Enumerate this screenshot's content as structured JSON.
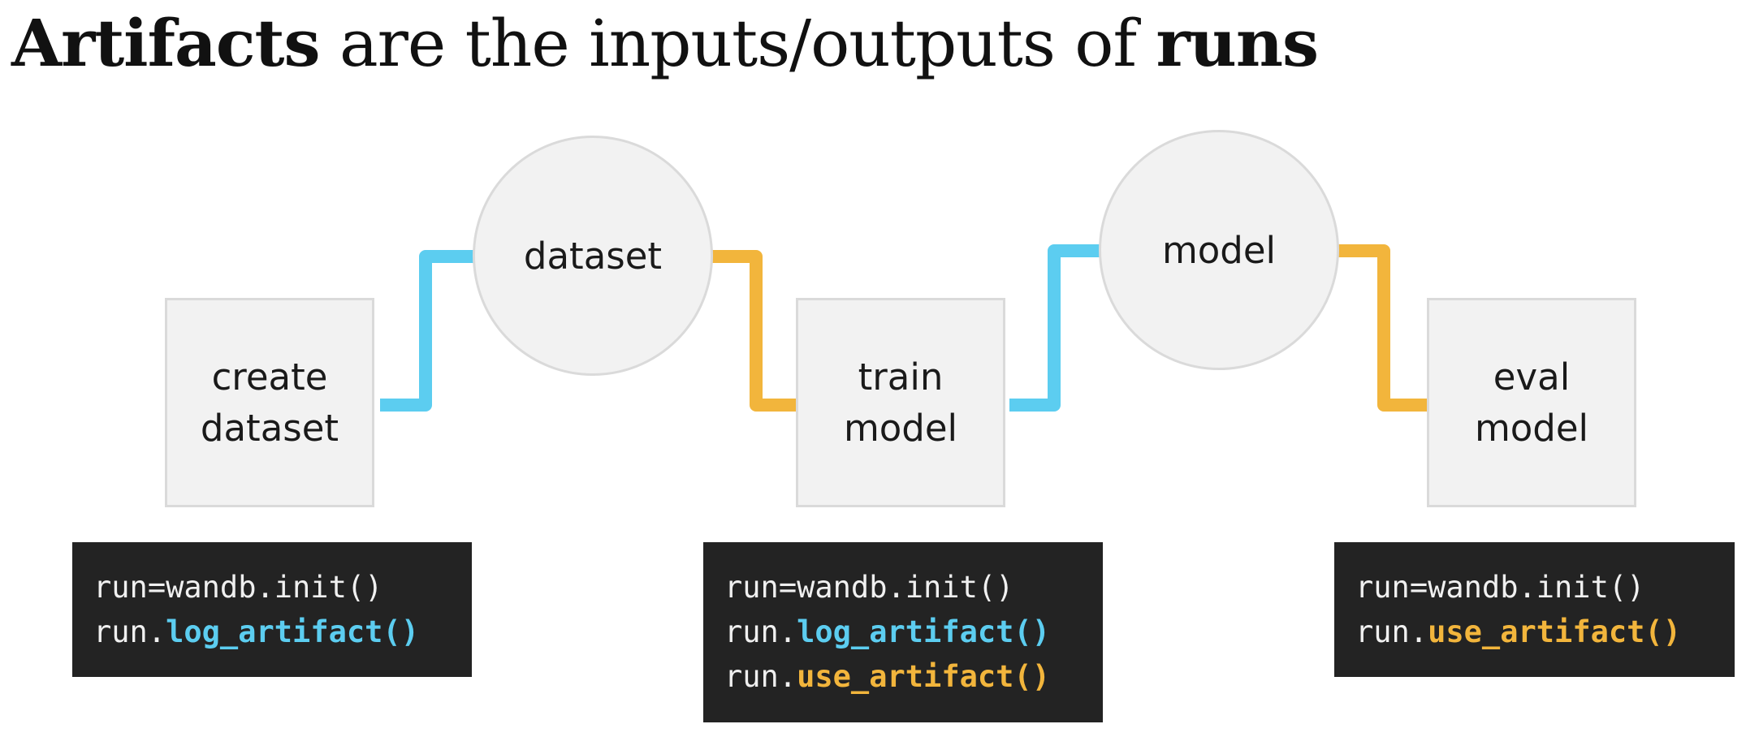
{
  "title": {
    "bold1": "Artifacts",
    "middle": " are the inputs/outputs of ",
    "bold2": "runs"
  },
  "colors": {
    "log_wire": "#5ccdf0",
    "use_wire": "#f2b53c",
    "node_fill": "#f2f2f2",
    "code_bg": "#232323"
  },
  "runs": [
    {
      "line1": "create",
      "line2": "dataset"
    },
    {
      "line1": "train",
      "line2": "model"
    },
    {
      "line1": "eval",
      "line2": "model"
    }
  ],
  "artifacts": [
    {
      "label": "dataset"
    },
    {
      "label": "model"
    }
  ],
  "code_blocks": [
    {
      "lines": [
        {
          "prefix": "run=wandb.init()",
          "call": ""
        },
        {
          "prefix": "run.",
          "call": "log_artifact()"
        }
      ]
    },
    {
      "lines": [
        {
          "prefix": "run=wandb.init()",
          "call": ""
        },
        {
          "prefix": "run.",
          "call": "log_artifact()"
        },
        {
          "prefix": "run.",
          "call": "use_artifact()"
        }
      ]
    },
    {
      "lines": [
        {
          "prefix": "run=wandb.init()",
          "call": ""
        },
        {
          "prefix": "run.",
          "call": "use_artifact()"
        }
      ]
    }
  ]
}
